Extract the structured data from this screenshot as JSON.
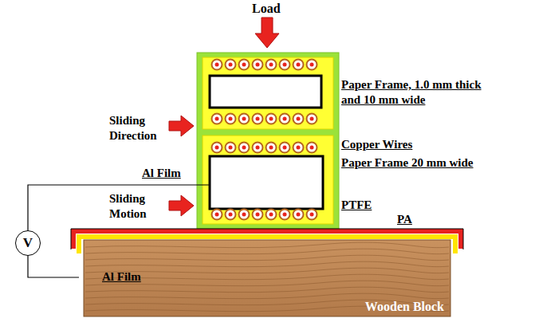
{
  "diagram": {
    "nodes": [
      {
        "text": [
          "V"
        ]
      },
      {
        "text": [
          "Wooden Block"
        ]
      }
    ],
    "labels": [
      "Load",
      "Paper Frame, 1.0 mm thick and 10 mm wide",
      "Sliding Direction",
      "Copper Wires",
      "Paper Frame 20 mm wide",
      "Al Film",
      "Sliding Motion",
      "PTFE",
      "PA",
      "Al Film"
    ]
  }
}
